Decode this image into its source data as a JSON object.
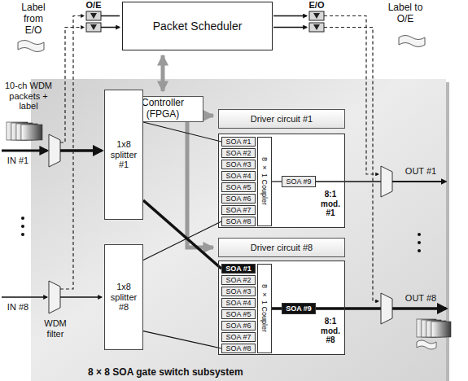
{
  "diagram": {
    "nodes": [
      {
        "text": [
          "8 × 8 SOA gate switch subsystem"
        ]
      },
      {
        "text": [
          "Packet Scheduler"
        ]
      },
      {
        "text": [
          "Controller (FPGA)"
        ],
        "in": 0
      },
      {
        "text": [
          "1x8 splitter #1"
        ],
        "in": 0
      },
      {
        "text": [
          "1x8 splitter #8"
        ],
        "in": 0
      },
      {
        "text": [
          "Driver circuit #1"
        ],
        "in": 0
      },
      {
        "text": [
          "8:1 mod. #1"
        ],
        "in": 0
      },
      {
        "text": [
          "SOA #1"
        ],
        "in": 6
      },
      {
        "text": [
          "SOA #2"
        ],
        "in": 6
      },
      {
        "text": [
          "SOA #3"
        ],
        "in": 6
      },
      {
        "text": [
          "SOA #4"
        ],
        "in": 6
      },
      {
        "text": [
          "SOA #5"
        ],
        "in": 6
      },
      {
        "text": [
          "SOA #6"
        ],
        "in": 6
      },
      {
        "text": [
          "SOA #7"
        ],
        "in": 6
      },
      {
        "text": [
          "SOA #8"
        ],
        "in": 6
      },
      {
        "text": [
          "8 × 1 Coupler"
        ],
        "in": 6
      },
      {
        "text": [
          "SOA #9"
        ],
        "in": 6
      },
      {
        "text": [
          "Driver circuit #8"
        ],
        "in": 0
      },
      {
        "text": [
          "8:1 mod. #8"
        ],
        "in": 0
      },
      {
        "text": [
          "SOA #1"
        ],
        "in": 18
      },
      {
        "text": [
          "SOA #2"
        ],
        "in": 18
      },
      {
        "text": [
          "SOA #3"
        ],
        "in": 18
      },
      {
        "text": [
          "SOA #4"
        ],
        "in": 18
      },
      {
        "text": [
          "SOA #5"
        ],
        "in": 18
      },
      {
        "text": [
          "SOA #6"
        ],
        "in": 18
      },
      {
        "text": [
          "SOA #7"
        ],
        "in": 18
      },
      {
        "text": [
          "SOA #8"
        ],
        "in": 18
      },
      {
        "text": [
          "8 × 1 Coupler"
        ],
        "in": 18
      },
      {
        "text": [
          "SOA #9"
        ],
        "in": 18
      }
    ],
    "edges": [
      {
        "from": 1,
        "to": 2,
        "arrow": "both"
      },
      {
        "from": 2,
        "to": 5,
        "arrow": "to"
      },
      {
        "from": 2,
        "to": 17,
        "arrow": "to"
      },
      {
        "from": 3,
        "to": 7,
        "arrow": "none"
      },
      {
        "from": 3,
        "to": 19,
        "arrow": "none"
      },
      {
        "from": 4,
        "to": 14,
        "arrow": "none"
      },
      {
        "from": 4,
        "to": 26,
        "arrow": "none"
      },
      {
        "from": 15,
        "to": 16,
        "arrow": "none"
      },
      {
        "from": 27,
        "to": 28,
        "arrow": "none"
      }
    ],
    "labels": [
      "Label from E/O",
      "O/E",
      "E/O",
      "Label to O/E",
      "10-ch WDM packets + label",
      "IN #1",
      "IN #8",
      "WDM filter",
      "OUT #1",
      "OUT #8"
    ]
  }
}
